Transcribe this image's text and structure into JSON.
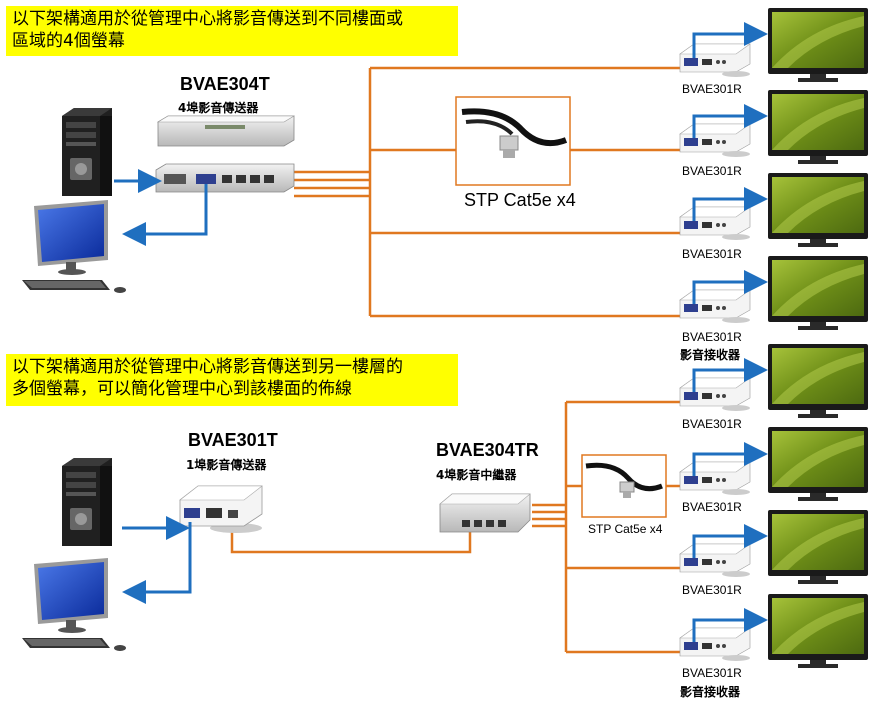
{
  "notes": {
    "top": "以下架構適用於從管理中心將影音傳送到不同樓面或區域的4個螢幕",
    "top_line1": "以下架構適用於從管理中心將影音傳送到不同樓面或",
    "top_line2": "區域的4個螢幕",
    "bottom_line1": "以下架構適用於從管理中心將影音傳送到另一樓層的",
    "bottom_line2": "多個螢幕，可以簡化管理中心到該樓面的佈線"
  },
  "top_section": {
    "transmitter_model": "BVAE304T",
    "transmitter_desc": "4埠影音傳送器",
    "cable_label": "STP Cat5e x4",
    "receivers": [
      "BVAE301R",
      "BVAE301R",
      "BVAE301R",
      "BVAE301R"
    ],
    "receiver_desc": "影音接收器"
  },
  "bottom_section": {
    "transmitter_model": "BVAE301T",
    "transmitter_desc": "1埠影音傳送器",
    "repeater_model": "BVAE304TR",
    "repeater_desc": "4埠影音中繼器",
    "cable_label": "STP Cat5e x4",
    "receivers": [
      "BVAE301R",
      "BVAE301R",
      "BVAE301R",
      "BVAE301R"
    ],
    "receiver_desc": "影音接收器"
  },
  "colors": {
    "highlight": "#ffff00",
    "cable": "#e07820",
    "signal_arrow": "#1f6fbf",
    "monitor_screen": "#7a9a1e"
  }
}
